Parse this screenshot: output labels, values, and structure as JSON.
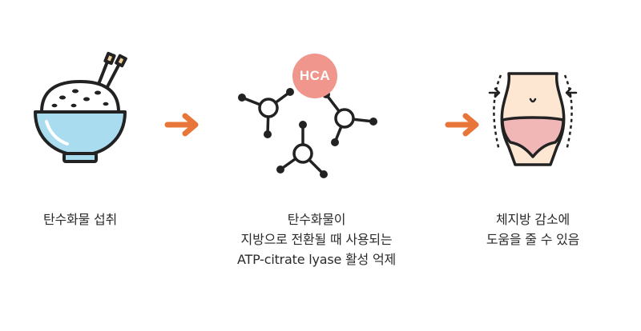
{
  "steps": [
    {
      "icon": "rice-bowl-icon",
      "caption": [
        "탄수화물 섭취"
      ]
    },
    {
      "icon": "molecule-icon",
      "badge": "HCA",
      "caption": [
        "탄수화물이",
        "지방으로 전환될 때 사용되는",
        "ATP-citrate lyase 활성 억제"
      ]
    },
    {
      "icon": "body-waist-icon",
      "caption": [
        "체지방 감소에",
        "도움을 줄 수 있음"
      ]
    }
  ],
  "colors": {
    "arrow": "#e8763a",
    "badge": "#f0968d",
    "outline": "#222222",
    "bowl": "#a9dcef",
    "underwear": "#f1b6b6",
    "skin": "#fde7d3"
  }
}
